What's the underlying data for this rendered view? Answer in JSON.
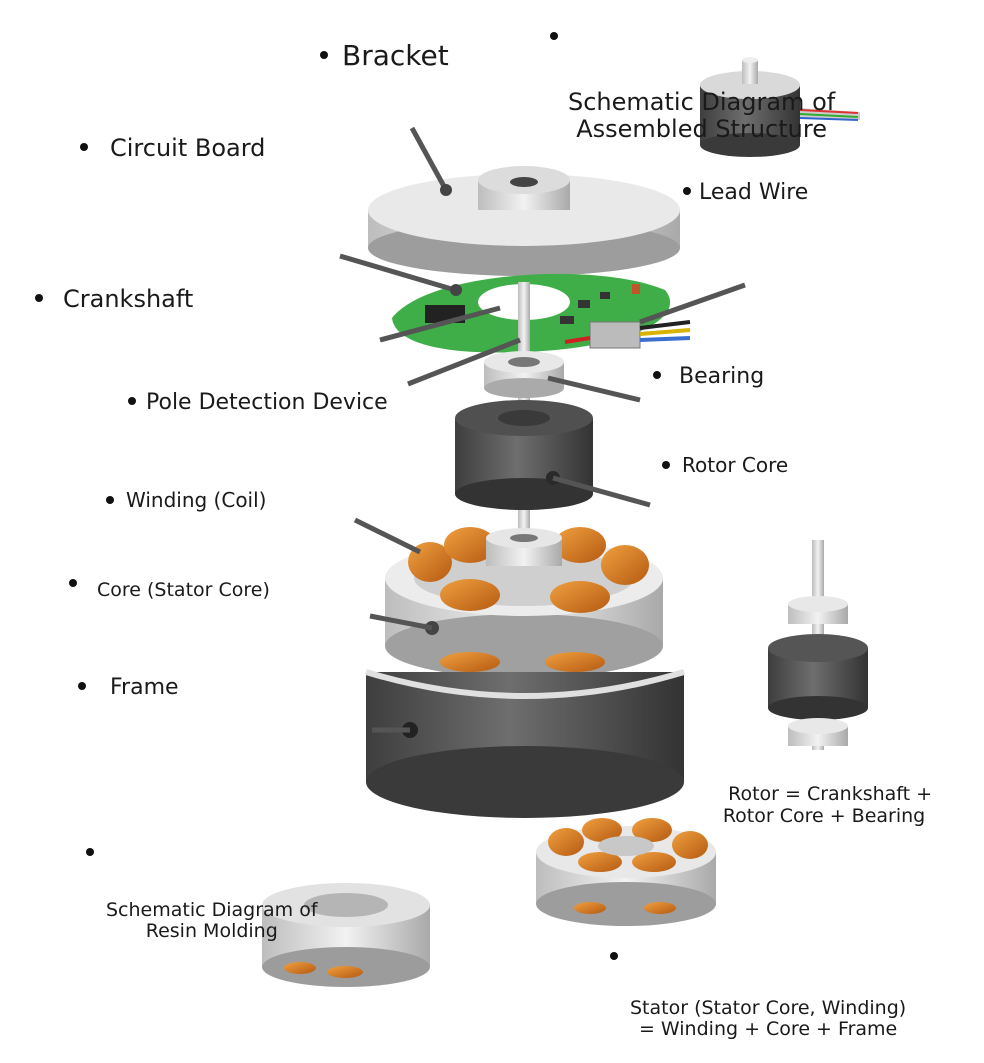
{
  "labels": {
    "assembled": [
      "Schematic Diagram of",
      "Assembled Structure"
    ],
    "bracket": "Bracket",
    "circuit_board": "Circuit Board",
    "lead_wire": "Lead Wire",
    "crankshaft": "Crankshaft",
    "bearing": "Bearing",
    "pole_detection": "Pole Detection Device",
    "rotor_core": "Rotor Core",
    "winding": "Winding (Coil)",
    "core": "Core (Stator Core)",
    "frame": "Frame",
    "rotor_def": [
      "Rotor = Crankshaft +",
      "Rotor Core + Bearing"
    ],
    "resin": [
      "Schematic Diagram of",
      "Resin Molding"
    ],
    "stator_def": [
      "Stator (Stator Core, Winding)",
      "= Winding + Core + Frame"
    ]
  },
  "colors": {
    "coil": "#d8761f",
    "pcb": "#3fae49",
    "metal_dark": "#5a5a5a",
    "metal_light": "#dcdcdc"
  }
}
